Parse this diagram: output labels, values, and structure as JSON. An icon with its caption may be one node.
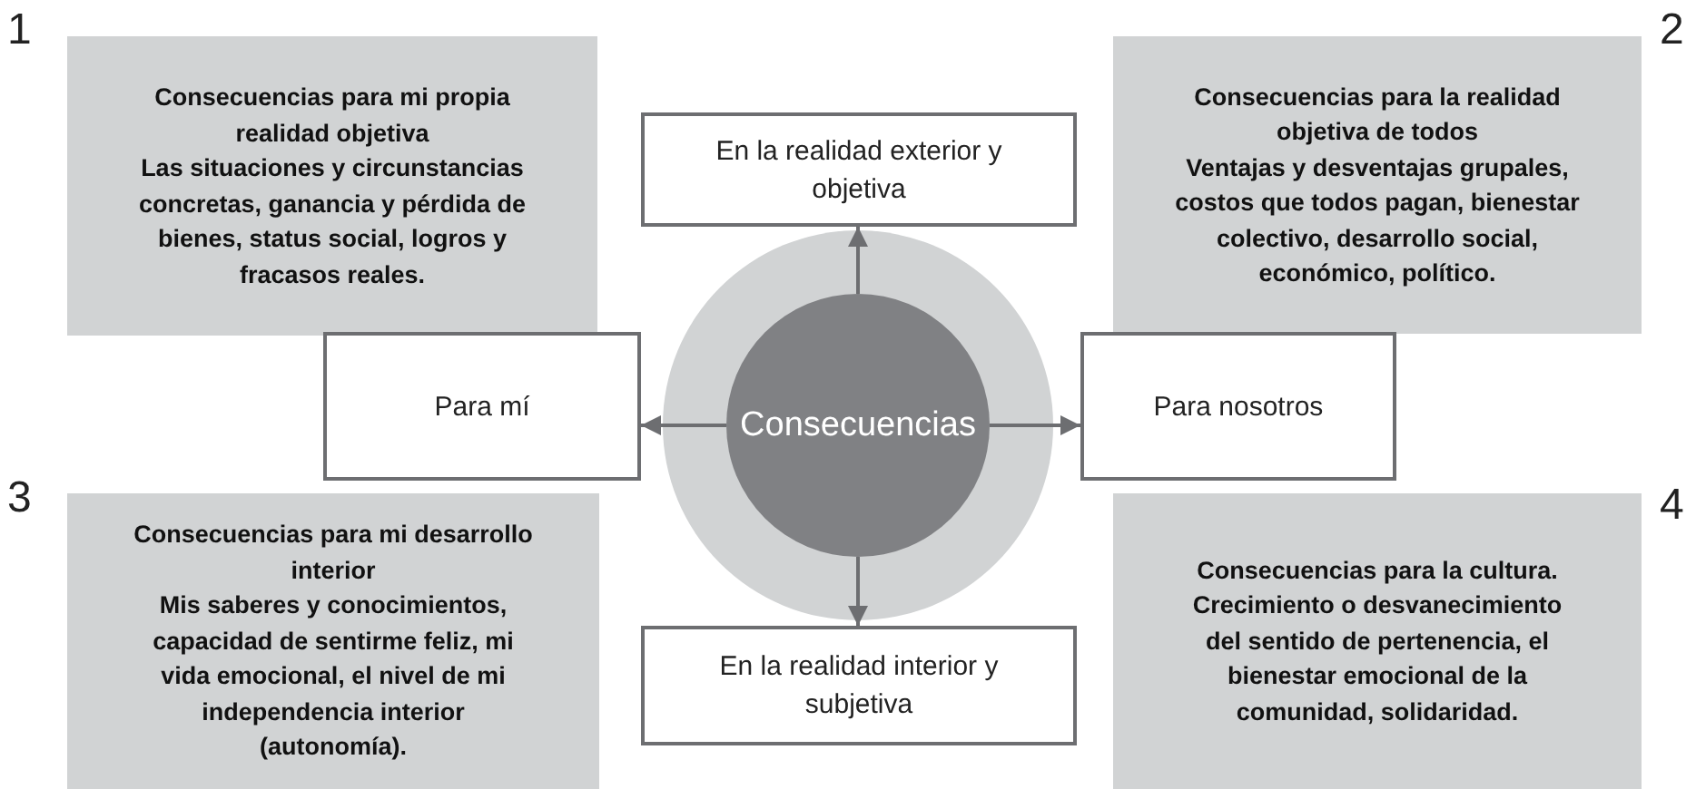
{
  "diagram": {
    "nodes": [
      {
        "text": [
          "Consecuencias para mi propia realidad objetiva",
          "Las situaciones y circunstancias concretas, ganancia y pérdida de bienes, status social, logros y fracasos reales."
        ],
        "beside": [
          "1"
        ]
      },
      {
        "text": [
          "En la realidad exterior y objetiva"
        ]
      },
      {
        "text": [
          "Consecuencias para la realidad objetiva de todos",
          "Ventajas y desventajas grupales, costos que todos pagan, bienestar colectivo, desarrollo social, económico, político."
        ],
        "beside": [
          "2"
        ]
      },
      {
        "text": [
          "Para mí"
        ]
      },
      {
        "text": [],
        "shape": "circle"
      },
      {
        "text": [
          "Consecuencias"
        ],
        "in": 4
      },
      {
        "text": [
          "Para nosotros"
        ]
      },
      {
        "text": [
          "Consecuencias para mi desarrollo interior",
          "Mis saberes y conocimientos, capacidad de sentirme feliz, mi vida emocional, el nivel de mi independencia interior (autonomía)."
        ],
        "beside": [
          "3"
        ]
      },
      {
        "text": [
          "En la realidad interior y subjetiva"
        ]
      },
      {
        "text": [
          "Consecuencias para la cultura.",
          "Crecimiento o desvanecimiento del sentido de pertenencia, el bienestar emocional de la comunidad, solidaridad."
        ],
        "beside": [
          "4"
        ]
      }
    ],
    "edges": [
      {
        "from": 5,
        "to": 1,
        "arrow": "to"
      },
      {
        "from": 5,
        "to": 3,
        "arrow": "to"
      },
      {
        "from": 5,
        "to": 6,
        "arrow": "to"
      },
      {
        "from": 5,
        "to": 8,
        "arrow": "to"
      }
    ]
  }
}
